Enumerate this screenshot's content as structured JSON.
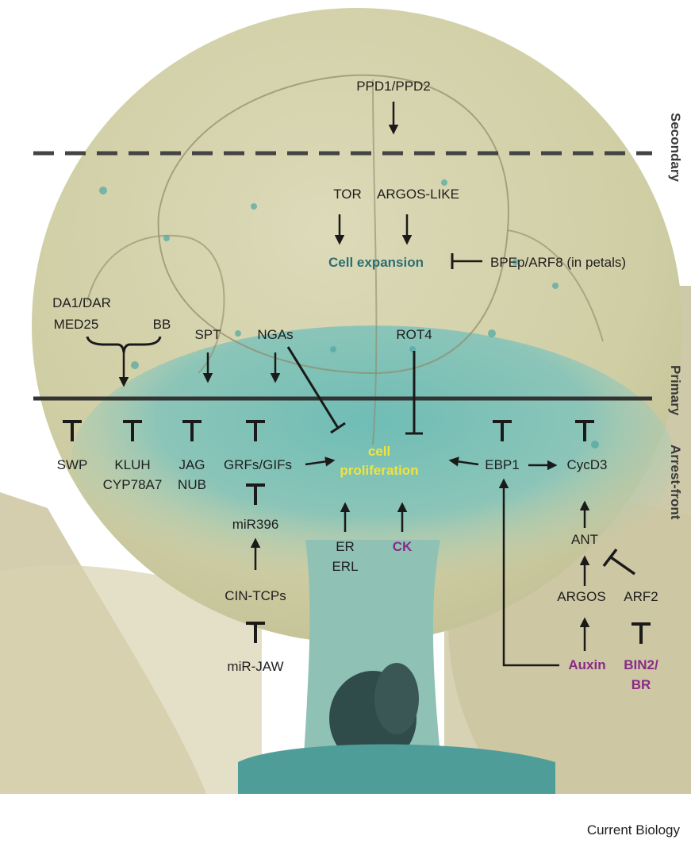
{
  "zones": {
    "secondary": "Secondary",
    "primary": "Primary",
    "arrest_front": "Arrest-front"
  },
  "nodes": {
    "ppd": "PPD1/PPD2",
    "tor": "TOR",
    "argos_like": "ARGOS-LIKE",
    "cell_expansion": "Cell expansion",
    "bpep": "BPEp/ARF8 (in petals)",
    "da1": "DA1/DAR",
    "med25": "MED25",
    "bb": "BB",
    "spt": "SPT",
    "ngas": "NGAs",
    "rot4": "ROT4",
    "swp": "SWP",
    "kluh": "KLUH",
    "cyp": "CYP78A7",
    "jag": "JAG",
    "nub": "NUB",
    "grfs": "GRFs/GIFs",
    "cell": "cell",
    "proliferation": "proliferation",
    "ebp1": "EBP1",
    "cycd3": "CycD3",
    "mir396": "miR396",
    "er": "ER",
    "erl": "ERL",
    "ck": "CK",
    "ant": "ANT",
    "argos": "ARGOS",
    "arf2": "ARF2",
    "cin_tcps": "CIN-TCPs",
    "mir_jaw": "miR-JAW",
    "auxin": "Auxin",
    "bin2": "BIN2/",
    "br": "BR"
  },
  "credit": "Current Biology",
  "colors": {
    "expansion_text": "#2c6e72",
    "proliferation_text": "#f2e33a",
    "hormone_text": "#8a2a88",
    "leaf_blade": "#d2d0a6",
    "stain": "#5fb3ad"
  }
}
